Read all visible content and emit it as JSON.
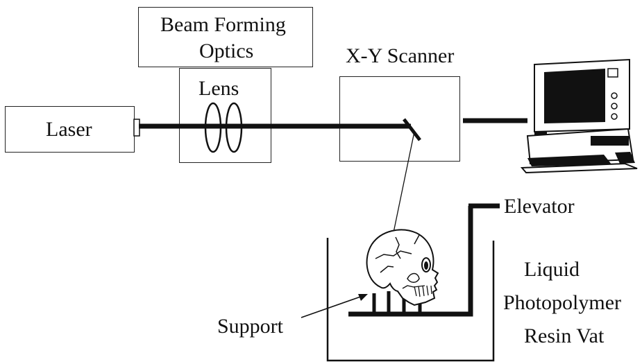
{
  "diagram": {
    "labels": {
      "beam_forming_line1": "Beam Forming",
      "beam_forming_line2": "Optics",
      "lens": "Lens",
      "laser": "Laser",
      "xy_scanner": "X-Y Scanner",
      "elevator": "Elevator",
      "support": "Support",
      "vat_line1": "Liquid",
      "vat_line2": "Photopolymer",
      "vat_line3": "Resin Vat"
    },
    "icons": [
      "laser-icon",
      "lens-icon",
      "mirror-icon",
      "computer-icon",
      "skull-icon"
    ],
    "colors": {
      "ink": "#111111",
      "background": "#ffffff"
    }
  }
}
